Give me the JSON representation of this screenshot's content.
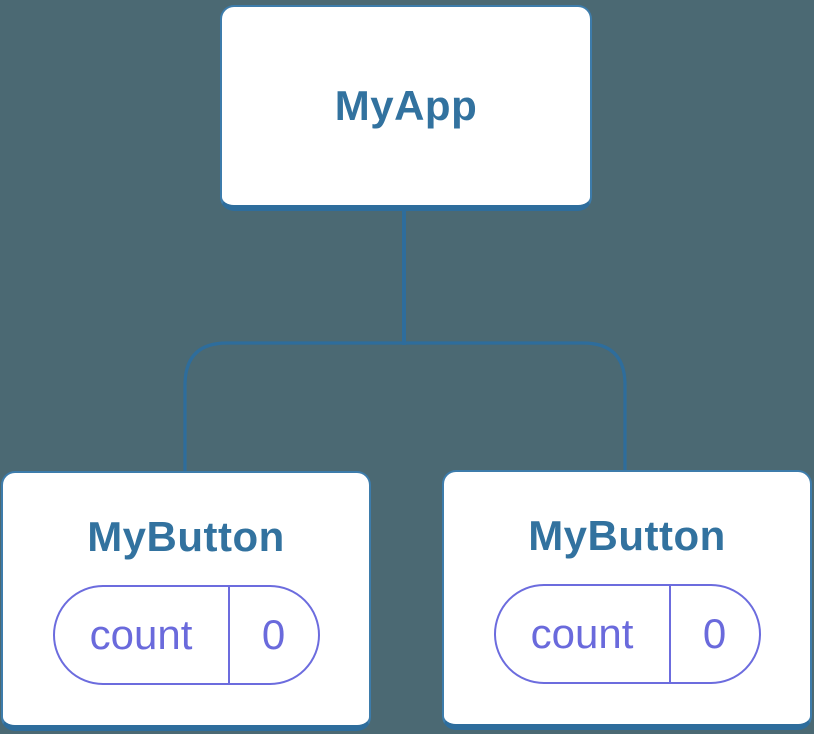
{
  "colors": {
    "canvas_bg": "#4B6973",
    "card_bg": "#FFFFFF",
    "card_border": "#3D7CAB",
    "card_border_bottom": "#2E6D9C",
    "connector": "#2E6D9C",
    "title": "#32729F",
    "pill_border": "#6C6CDE",
    "pill_text": "#6A6ADC"
  },
  "tree": {
    "root": {
      "label": "MyApp"
    },
    "children": [
      {
        "label": "MyButton",
        "state": {
          "key": "count",
          "value": "0"
        }
      },
      {
        "label": "MyButton",
        "state": {
          "key": "count",
          "value": "0"
        }
      }
    ]
  }
}
